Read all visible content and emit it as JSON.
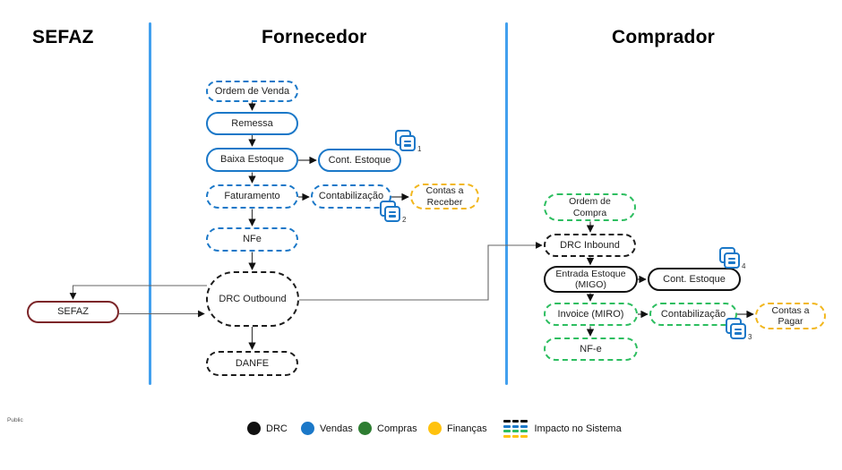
{
  "page": {
    "classification_label": "Public"
  },
  "headers": {
    "sefaz": "SEFAZ",
    "fornecedor": "Fornecedor",
    "comprador": "Comprador"
  },
  "nodes": {
    "ordem_venda": {
      "label": "Ordem de Venda"
    },
    "remessa": {
      "label": "Remessa"
    },
    "baixa_estoque": {
      "label": "Baixa Estoque"
    },
    "cont_estoque_fornecedor": {
      "label": "Cont. Estoque"
    },
    "faturamento": {
      "label": "Faturamento"
    },
    "contabilizacao_fornecedor": {
      "label": "Contabilização"
    },
    "contas_a_receber": {
      "label": "Contas a\nReceber"
    },
    "nfe": {
      "label": "NFe"
    },
    "drc_outbound": {
      "label": "DRC Outbound"
    },
    "danfe": {
      "label": "DANFE"
    },
    "sefaz": {
      "label": "SEFAZ"
    },
    "ordem_compra": {
      "label": "Ordem de\nCompra"
    },
    "drc_inbound": {
      "label": "DRC Inbound"
    },
    "entrada_estoque_migo": {
      "label": "Entrada Estoque\n(MIGO)"
    },
    "cont_estoque_comprador": {
      "label": "Cont. Estoque"
    },
    "invoice_miro": {
      "label": "Invoice (MIRO)"
    },
    "contabilizacao_comprador": {
      "label": "Contabilização"
    },
    "contas_a_pagar": {
      "label": "Contas a\nPagar"
    },
    "nf_e": {
      "label": "NF-e"
    }
  },
  "doc_badges": {
    "badge1": "1",
    "badge2": "2",
    "badge3": "3",
    "badge4": "4"
  },
  "legend": {
    "items": [
      {
        "label": "DRC",
        "color": "#111111"
      },
      {
        "label": "Vendas",
        "color": "#1B78C8"
      },
      {
        "label": "Compras",
        "color": "#2E7D32"
      },
      {
        "label": "Finanças",
        "color": "#FFC20E"
      }
    ],
    "impact_label": "Impacto no Sistema"
  },
  "icons": {
    "doc_badge_icon": "copy-document-icon",
    "impact_icon": "dashed-rows-icon"
  },
  "palette": {
    "blue": "#1B78C8",
    "divider_blue": "#42A0EE",
    "green_border": "#2DBE60",
    "yellow": "#F2B71E",
    "maroon": "#7C2629",
    "connector": "#4a4a4a"
  }
}
